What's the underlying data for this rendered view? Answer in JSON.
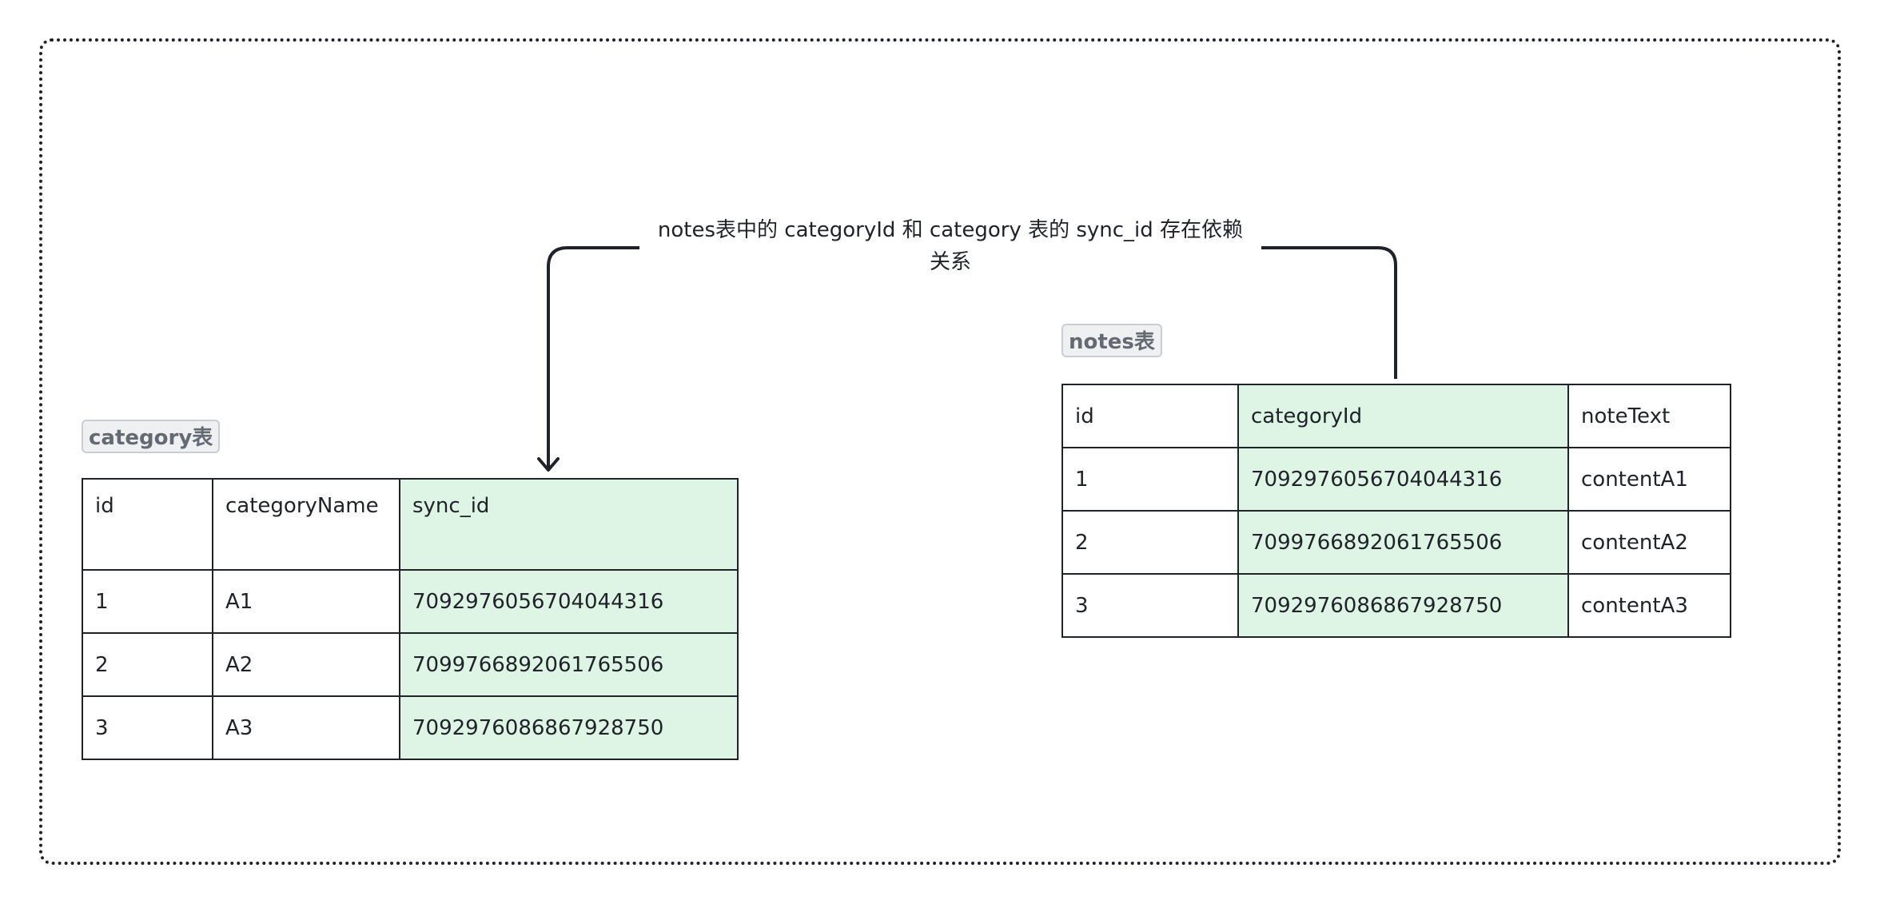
{
  "relation_label_line1": "notes表中的 categoryId 和 category 表的 sync_id 存在依赖",
  "relation_label_line2": "关系",
  "colors": {
    "highlight_column": "#def5e5",
    "border": "#1f2329",
    "tag_text": "#646a73",
    "tag_background": "#eff0f1"
  },
  "category_table": {
    "tag": "category表",
    "columns": [
      "id",
      "categoryName",
      "sync_id"
    ],
    "rows": [
      [
        "1",
        "A1",
        "7092976056704044316"
      ],
      [
        "2",
        "A2",
        "7099766892061765506"
      ],
      [
        "3",
        "A3",
        "7092976086867928750"
      ]
    ]
  },
  "notes_table": {
    "tag": "notes表",
    "columns": [
      "id",
      "categoryId",
      "noteText"
    ],
    "rows": [
      [
        "1",
        "7092976056704044316",
        "contentA1"
      ],
      [
        "2",
        "7099766892061765506",
        "contentA2"
      ],
      [
        "3",
        "7092976086867928750",
        "contentA3"
      ]
    ]
  }
}
